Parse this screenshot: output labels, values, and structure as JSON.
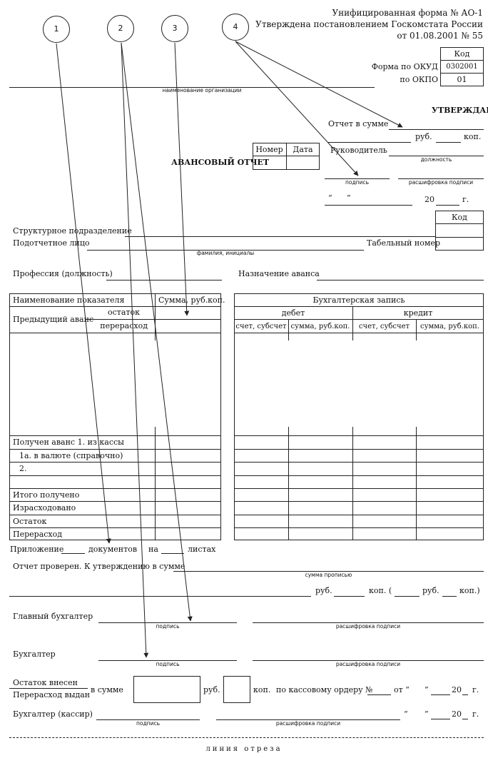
{
  "header": {
    "line1": "Унифицированная форма № АО-1",
    "line2": "Утверждена постановлением Госкомстата России",
    "line3": "от 01.08.2001 № 55"
  },
  "codes": {
    "kod": "Код",
    "okud_label": "Форма по ОКУД",
    "okud_value": "0302001",
    "okpo_label": "по ОКПО",
    "okpo_value": "01"
  },
  "circles": [
    "1",
    "2",
    "3",
    "4"
  ],
  "org_caption": "наименование организации",
  "approve": {
    "title": "УТВЕРЖДАЮ",
    "sum_label": "Отчет в сумме",
    "rub": "руб.",
    "kop": "коп.",
    "head_label": "Руководитель",
    "position_caption": "должность",
    "signature_caption": "подпись",
    "decode_caption": "расшифровка подписи",
    "quote_open": "“",
    "quote_close": "”",
    "year_prefix": "20",
    "year_suffix": "г."
  },
  "report": {
    "title": "АВАНСОВЫЙ ОТЧЕТ",
    "number_label": "Номер",
    "date_label": "Дата"
  },
  "person": {
    "kod": "Код",
    "division_label": "Структурное подразделение",
    "accountable_label": "Подотчетное лицо",
    "tab_number_label": "Табельный номер",
    "name_caption": "фамилия, инициалы",
    "profession_label": "Профессия (должность)",
    "purpose_label": "Назначение аванса"
  },
  "left_table": {
    "col_name": "Наименование показателя",
    "col_sum": "Сумма, руб.коп.",
    "prev_advance": "Предыдущий аванс",
    "remainder": "остаток",
    "overspend": "перерасход",
    "rows": [
      "Получен аванс   1. из кассы",
      "1а. в валюте (справочно)",
      "2.",
      "",
      "Итого получено",
      "Израсходовано",
      "Остаток",
      "Перерасход"
    ]
  },
  "right_table": {
    "title": "Бухгалтерская запись",
    "debit": "дебет",
    "credit": "кредит",
    "account": "счет, субсчет",
    "sum": "сумма, руб.коп."
  },
  "attachment": {
    "prefix": "Приложение",
    "docs": "документов",
    "on": "на",
    "sheets": "листах"
  },
  "verification": {
    "label": "Отчет проверен. К утверждению в сумме",
    "sum_words_caption": "сумма прописью",
    "rub": "руб.",
    "kop_open": "коп.  (",
    "rub2": "руб.",
    "kop_close": "коп.)"
  },
  "chief_accountant": {
    "label": "Главный бухгалтер",
    "signature_caption": "подпись",
    "decode_caption": "расшифровка подписи"
  },
  "accountant": {
    "label": "Бухгалтер",
    "signature_caption": "подпись",
    "decode_caption": "расшифровка подписи"
  },
  "cash": {
    "deposited": "Остаток внесен",
    "issued": "Перерасход выдан",
    "in_sum": "в сумме",
    "rub": "руб.",
    "kop": "коп.",
    "order": "по кассовому ордеру №",
    "from": "от “",
    "quote_close": "”",
    "year": "20",
    "g": "г.",
    "cashier_label": "Бухгалтер (кассир)",
    "signature_caption": "подпись",
    "decode_caption": "расшифровка подписи",
    "quote_open2": "“",
    "quote_close2": "”",
    "year2": "20",
    "g2": "г."
  },
  "cut_line": "линия отреза"
}
